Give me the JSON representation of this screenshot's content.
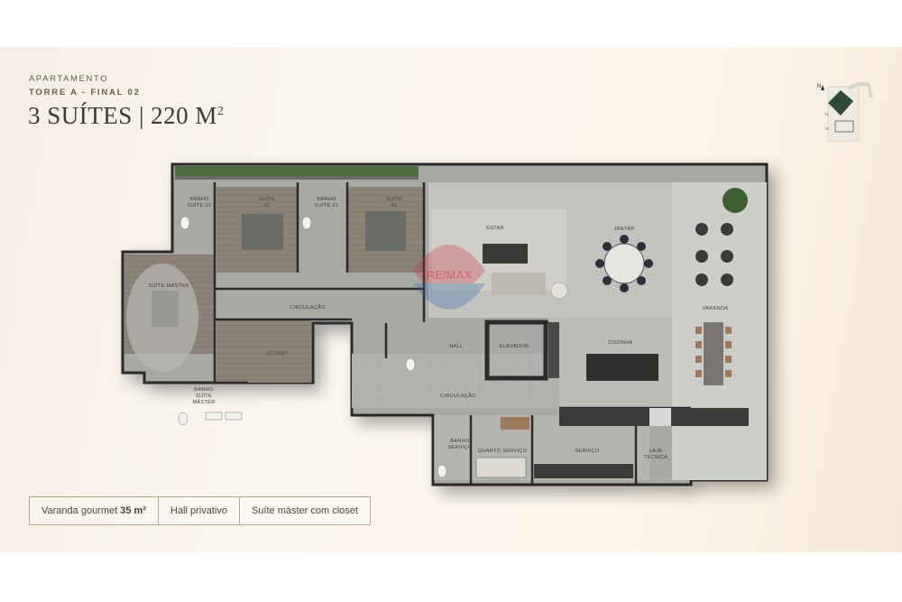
{
  "header": {
    "category": "APARTAMENTO",
    "tower": "TORRE A - FINAL 02",
    "title_main": "3 SUÍTES | 220 M",
    "title_sup": "2"
  },
  "rooms": {
    "banho_suite02": [
      "BANHO",
      "SUÍTE 02"
    ],
    "suite02": [
      "SUÍTE",
      "02"
    ],
    "banho_suite01": [
      "BANHO",
      "SUÍTE 01"
    ],
    "suite01": [
      "SUÍTE",
      "01"
    ],
    "estar": "ESTAR",
    "jantar": "JANTAR",
    "suite_master": "SUÍTE MÁSTER",
    "circulacao_top": "CIRCULAÇÃO",
    "hall": "HALL",
    "elevador": "ELEVADOR",
    "cozinha": "COZINHA",
    "varanda": "VARANDA",
    "closet": "CLOSET",
    "banho_suite_master": [
      "BANHO",
      "SUÍTE",
      "MÁSTER"
    ],
    "circulacao_bottom": "CIRCULAÇÃO",
    "banho_servico": [
      "BANHO",
      "SERVIÇO"
    ],
    "quarto_servico": "QUARTO SERVIÇO",
    "servico": "SERVIÇO",
    "laje_tecnica": [
      "LAJE",
      "TÉCNICA"
    ]
  },
  "watermark": "RE/MAX",
  "compass": {
    "north": "N",
    "t1": "T1",
    "t2": "T2"
  },
  "tags": {
    "varanda_label": "Varanda gourmet",
    "varanda_area": "35 m²",
    "hall": "Hall privativo",
    "suite": "Suíte máster com closet"
  },
  "colors": {
    "floor": "#a9a9a6",
    "wood": "#8f8679",
    "wall": "#2b2b2b",
    "terrace": "#cfcfcb",
    "accent": "#3f3a2f",
    "watermark": "#cc2a36"
  }
}
